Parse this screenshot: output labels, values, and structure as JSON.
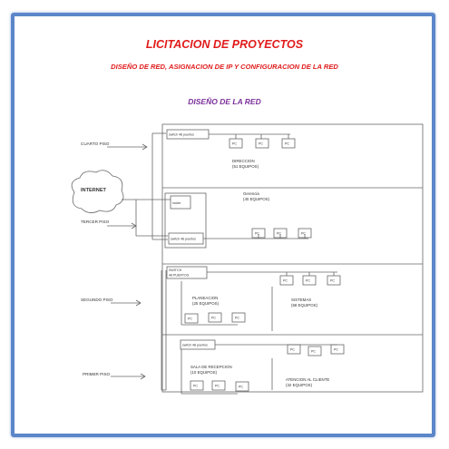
{
  "header": {
    "title": "LICITACION DE PROYECTOS",
    "subtitle": "DISEÑO DE RED, ASIGNACION DE IP Y CONFIGURACION DE LA RED",
    "section_title": "DISEÑO DE LA RED"
  },
  "diagram": {
    "internet": "INTERNET",
    "floors": {
      "cuarto": "CUARTO PISO",
      "tercer": "TERCER PISO",
      "segundo": "SEGUNDO PISO",
      "primer": "PRIMER PISO"
    },
    "devices": {
      "switch_4": "switch 48 puertos",
      "router": "router",
      "switch_3": "switch 48 puertos",
      "switch_2_line1": "SWITCH",
      "switch_2_line2": "48 PUERTOS",
      "switch_1": "switch 48 puertos",
      "pc": "PC"
    },
    "areas": {
      "direccion": "DIRECCION",
      "direccion_count": "(51 EQUIPOS)",
      "gerencia": "Gerencia",
      "gerencia_count": "(40 EQUIPOS)",
      "planeacion": "PLANEACION",
      "planeacion_count": "(25 EQUIPOS)",
      "sistemas": "SISTEMAS",
      "sistemas_count": "(58 EQUIPOS)",
      "recepcion": "SALA DE RECEPCION",
      "recepcion_count": "(10 EQUIPOS)",
      "atencion": "ATENCION AL CLIENTE",
      "atencion_count": "(32 EQUIPOS)"
    }
  }
}
